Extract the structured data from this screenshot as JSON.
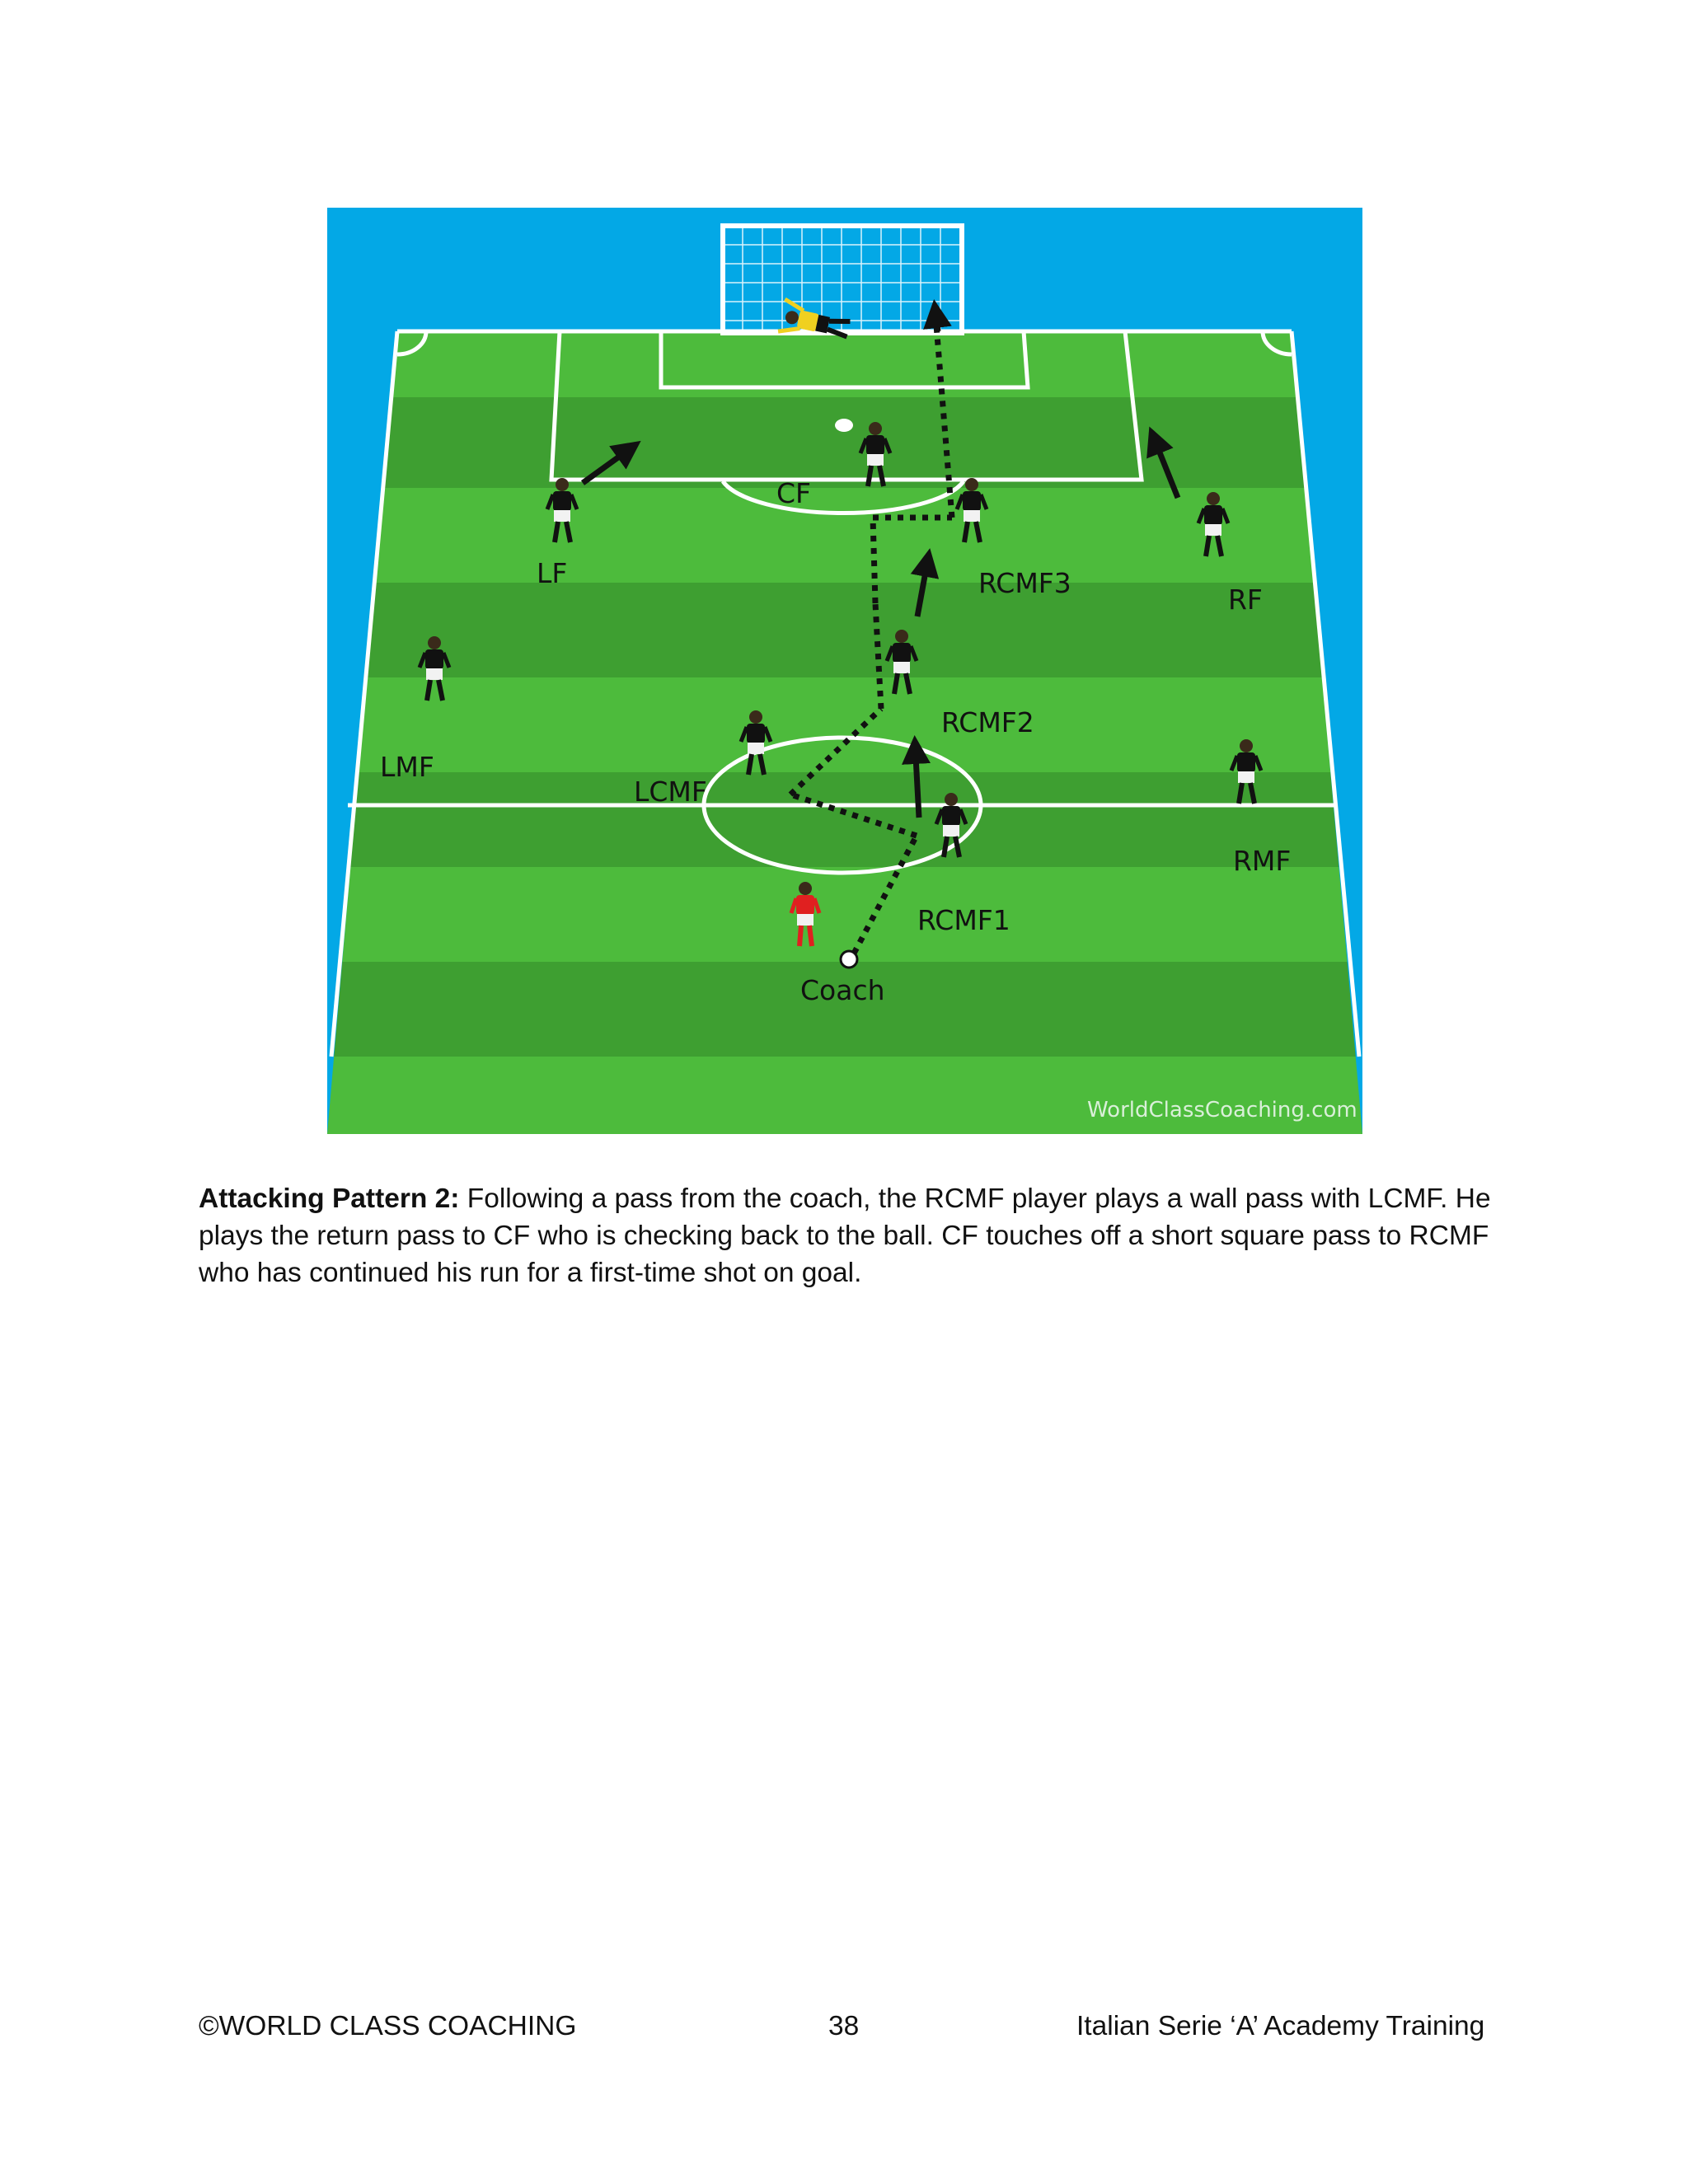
{
  "diagram": {
    "player_labels": {
      "cf": "CF",
      "lf": "LF",
      "rcmf3": "RCMF3",
      "rf": "RF",
      "lmf": "LMF",
      "rcmf2": "RCMF2",
      "lcmf": "LCMF",
      "rmf": "RMF",
      "rcmf1": "RCMF1",
      "coach": "Coach"
    },
    "watermark": "WorldClassCoaching.com",
    "colors": {
      "background": "#03a8e6",
      "grass_light": "#4dbb3c",
      "grass_dark": "#3e9f31",
      "lines": "#ffffff",
      "players": "#111111",
      "coach": "#e02020",
      "goalkeeper": "#f0d020"
    }
  },
  "caption": {
    "lead": "Attacking Pattern 2:",
    "body": "Following a pass from the coach, the RCMF player plays a wall pass with LCMF.  He plays the return pass to CF who is checking back to the ball.  CF touches off a short square pass to RCMF who has continued his run for a first-time shot on goal."
  },
  "footer": {
    "left": "©WORLD CLASS COACHING",
    "page_number": "38",
    "right": "Italian Serie ‘A’ Academy Training"
  }
}
